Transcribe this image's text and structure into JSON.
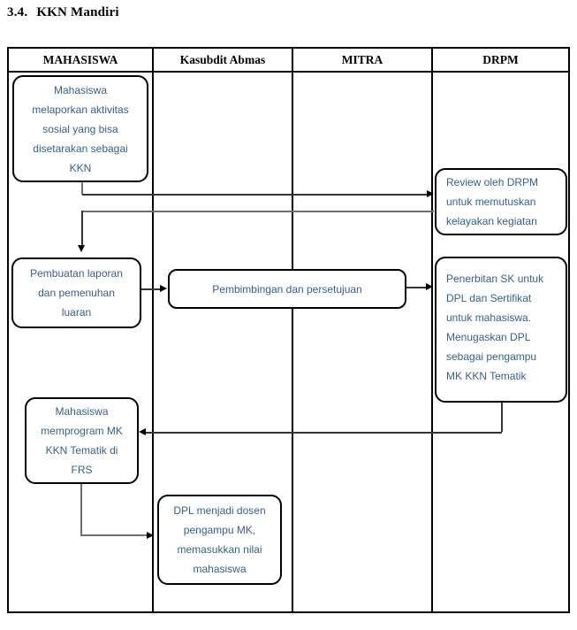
{
  "title": {
    "number": "3.4.",
    "text": "KKN Mandiri"
  },
  "lanes": {
    "headers": [
      "MAHASISWA",
      "Kasubdit Abmas",
      "MITRA",
      "DRPM"
    ]
  },
  "nodes": {
    "melaporkan": [
      "Mahasiswa",
      "melaporkan aktivitas",
      "sosial yang bisa",
      "disetarakan sebagai",
      "KKN"
    ],
    "review": [
      "Review oleh DRPM",
      "untuk memutuskan",
      "kelayakan kegiatan"
    ],
    "laporan": [
      "Pembuatan laporan",
      "dan pemenuhan",
      "luaran"
    ],
    "pembimbingan": "Pembimbingan dan persetujuan",
    "penerbitan": [
      "Penerbitan SK untuk",
      "DPL dan Sertifikat",
      "untuk mahasiswa.",
      "Menugaskan DPL",
      "sebagai pengampu",
      "MK KKN Tematik"
    ],
    "memprogram": [
      "Mahasiswa",
      "memprogram MK",
      "KKN Tematik di",
      "FRS"
    ],
    "dpl": [
      "DPL menjadi dosen",
      "pengampu MK,",
      "memasukkan nilai",
      "mahasiswa"
    ]
  },
  "colors": {
    "node_text": "#35618F",
    "border": "#000000",
    "connector": "#343434"
  }
}
